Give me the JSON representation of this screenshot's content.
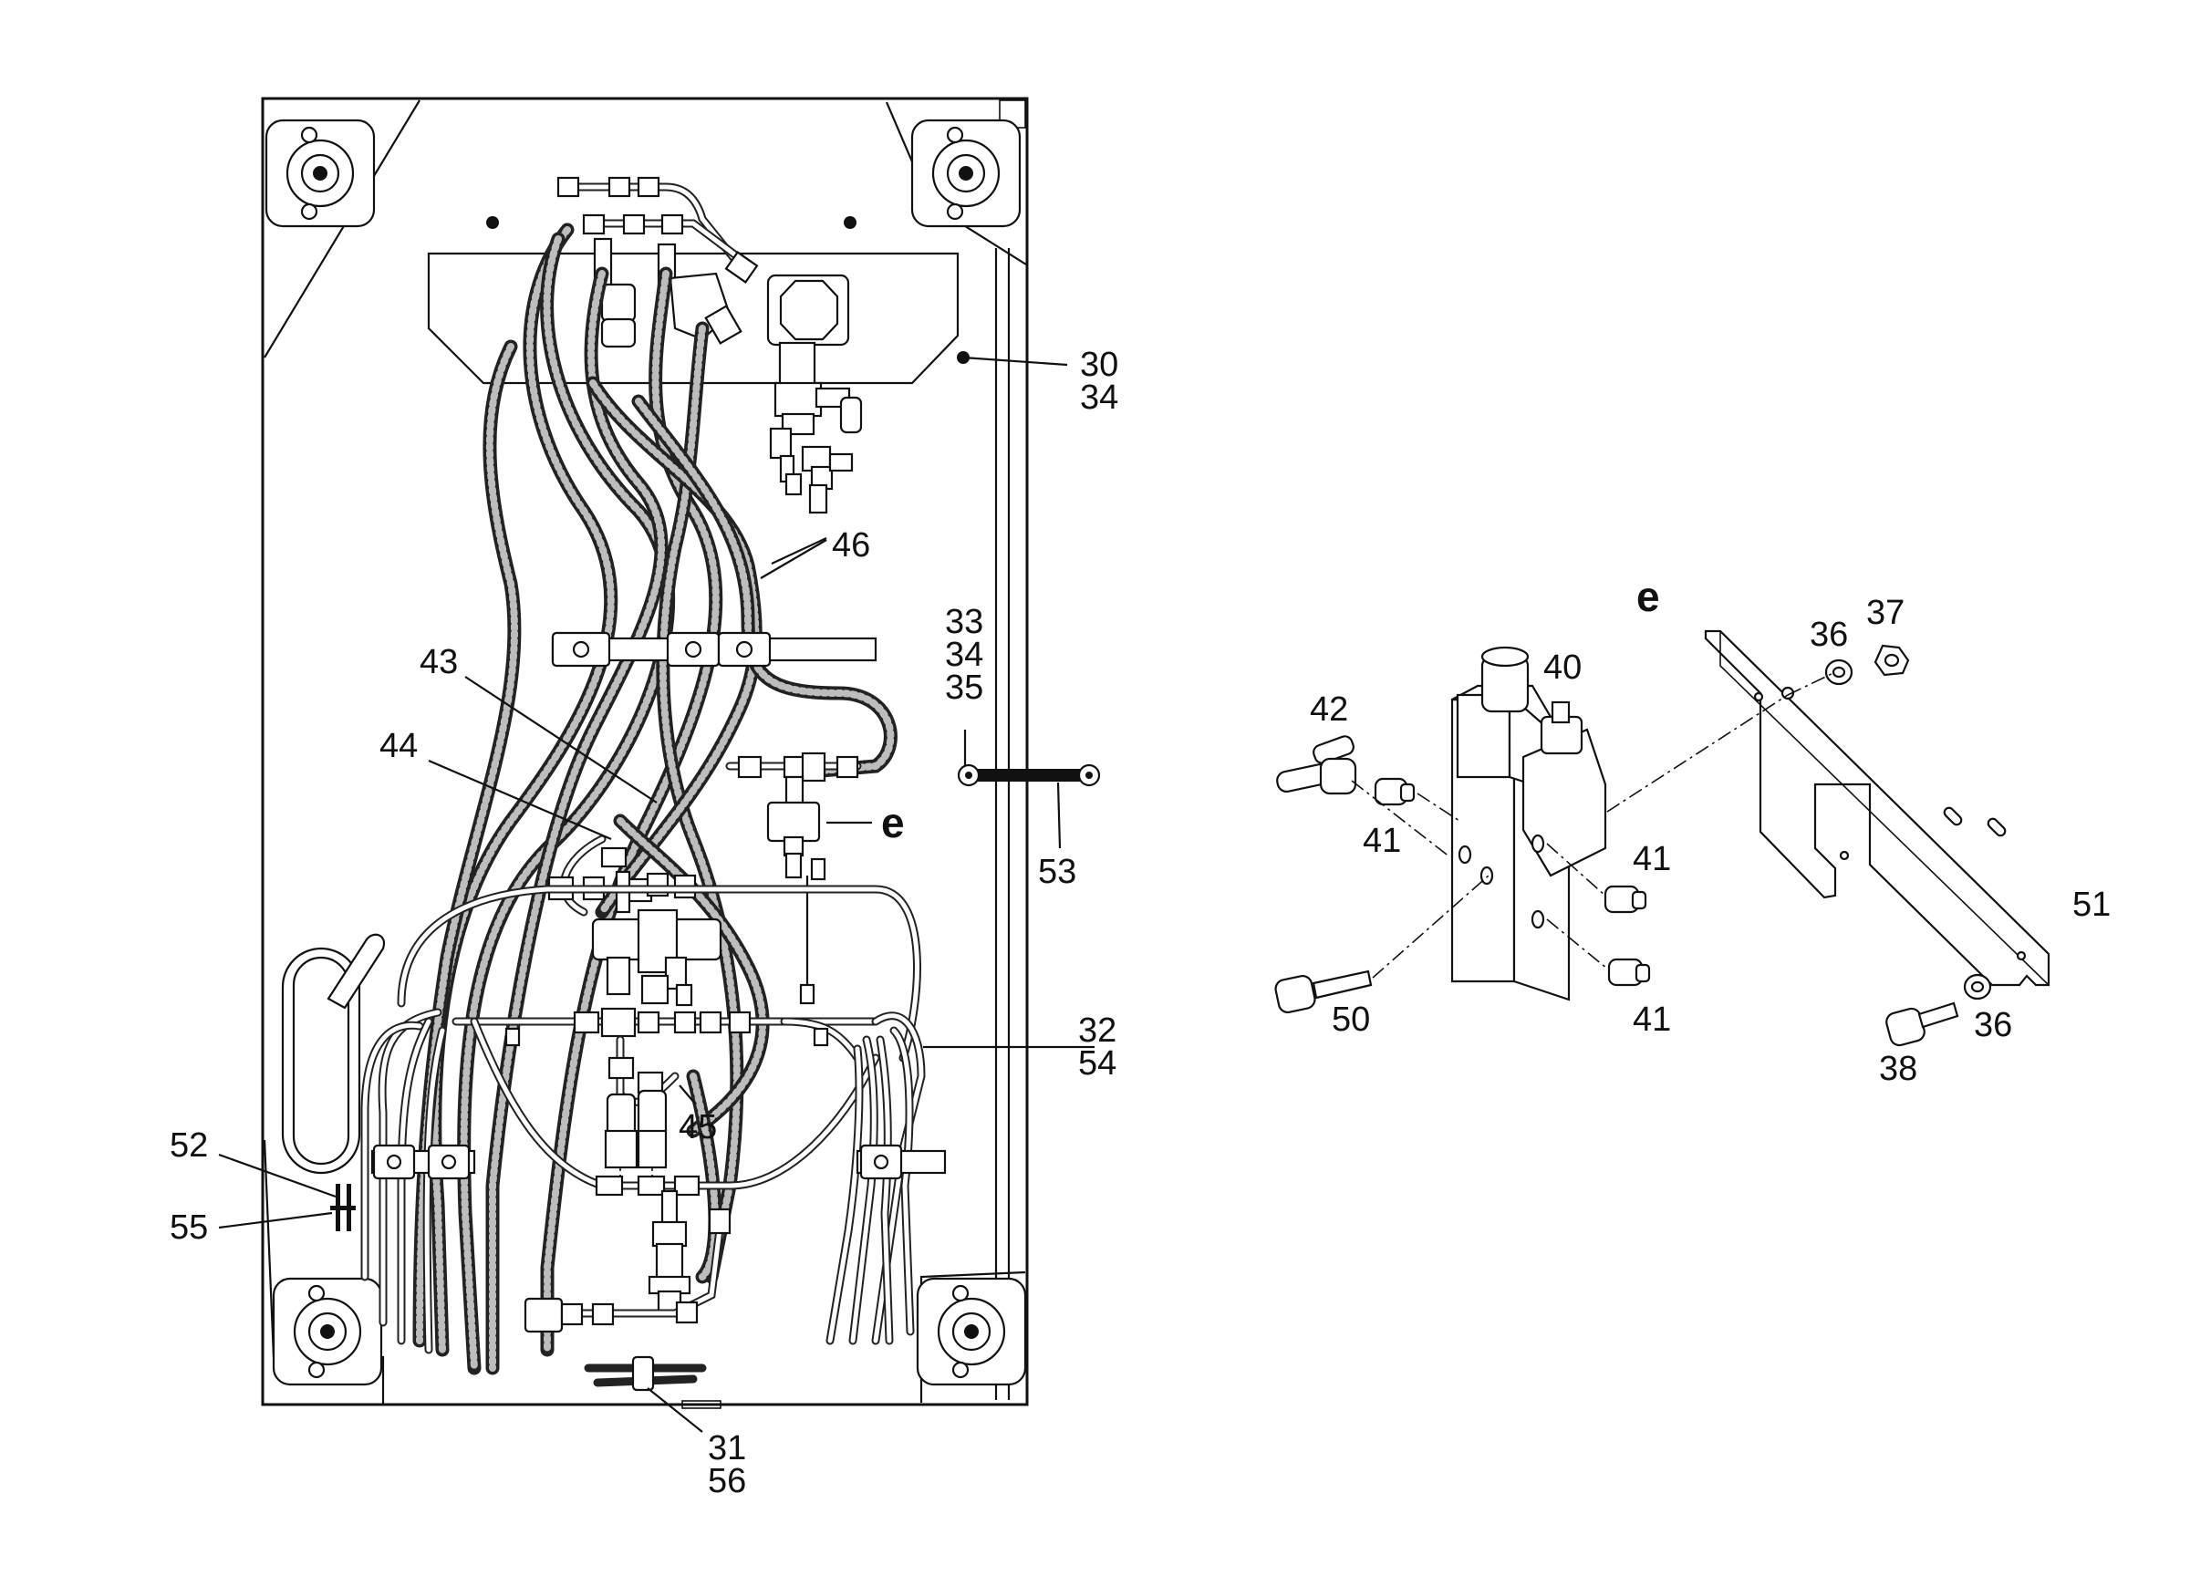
{
  "labels": {
    "l30": "30",
    "l34a": "34",
    "l46": "46",
    "l33": "33",
    "l34b": "34",
    "l35": "35",
    "l53": "53",
    "l43": "43",
    "l44": "44",
    "le1": "e",
    "l32": "32",
    "l54": "54",
    "l45": "45",
    "l52": "52",
    "l55": "55",
    "l31": "31",
    "l56": "56",
    "le2": "e",
    "l40": "40",
    "l42": "42",
    "l41a": "41",
    "l41b": "41",
    "l41c": "41",
    "l50": "50",
    "l36a": "36",
    "l37": "37",
    "l51": "51",
    "l36b": "36",
    "l38": "38"
  },
  "colors": {
    "line": "#111111",
    "background": "#ffffff"
  }
}
